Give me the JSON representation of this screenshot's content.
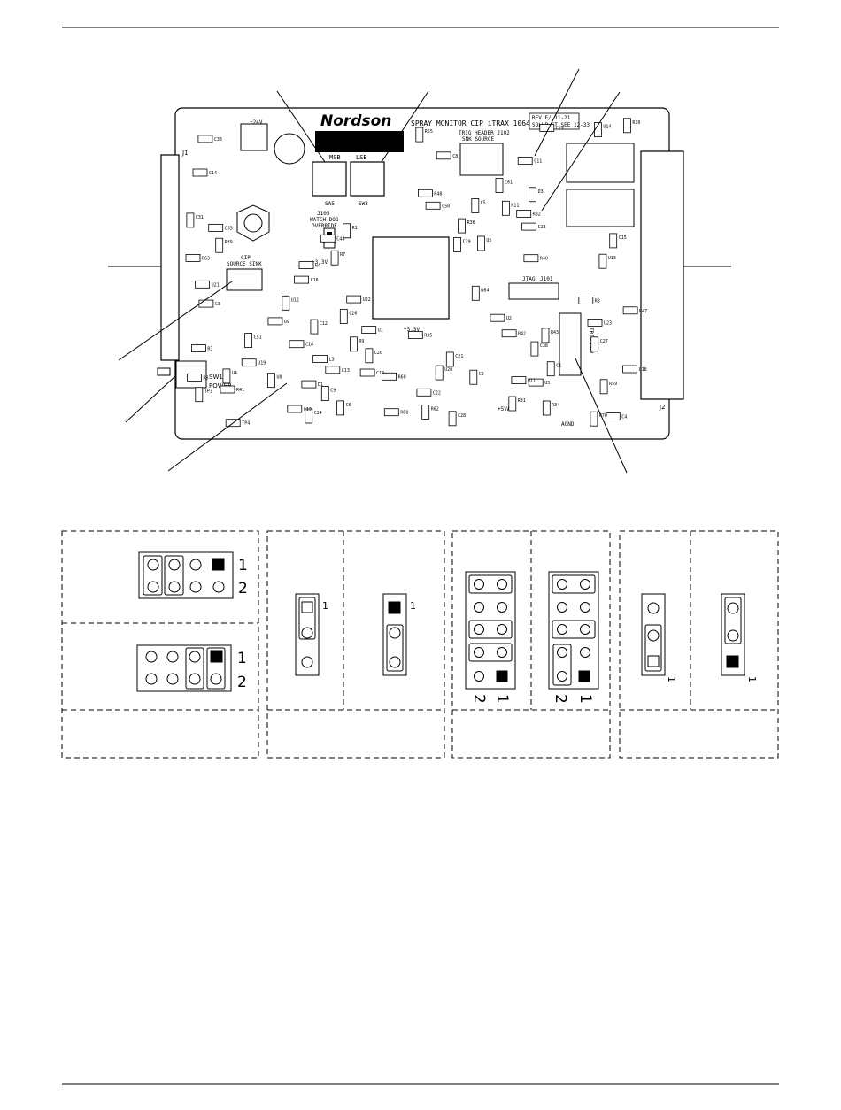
{
  "board": {
    "logo": "Nordson",
    "title": "SPRAY MONITOR CIP iTRAX 1064511B",
    "rev": "REV E/ 11-21",
    "serial": "SOLUP ST SEE 12-33",
    "msb": "MSB",
    "lsb": "LSB",
    "sw_a": "SA5",
    "sw_b": "SW3",
    "j105": "J105",
    "watchdog_1": "WATCH DOG",
    "watchdog_2": "OVERRIDE",
    "trig_header_1": "TRIG HEADER J102",
    "trig_header_2": "SNK   SOURCE",
    "cip_1": "CIP",
    "cip_2": "SOURCE SINK",
    "sw1": "SW1",
    "power": "POWER",
    "jtag": "JTAG",
    "j101": "J101",
    "trig_rbw": "TRIG RBW",
    "j1": "J1",
    "j2": "J2",
    "agnd": "AGND",
    "v24": "+24V",
    "v33": "+3.3V",
    "v50": "+5VA",
    "v33b": "+3.3V",
    "component_labels": [
      "C8",
      "R8",
      "L3",
      "C4",
      "R68",
      "R1",
      "C20",
      "U2",
      "R7",
      "R60",
      "C11",
      "U3",
      "R59",
      "R64",
      "U1",
      "C24",
      "U22",
      "TP4",
      "U19",
      "R42",
      "U21",
      "R40",
      "C6",
      "C5",
      "R41",
      "C3",
      "U23",
      "R35",
      "C2",
      "U5",
      "R55",
      "U9",
      "R32",
      "C29",
      "C33",
      "U11",
      "C50",
      "C18",
      "C15",
      "C28",
      "R11",
      "C51",
      "R36",
      "C10",
      "U13",
      "C53",
      "U18",
      "C16",
      "U12",
      "R8",
      "U14",
      "R62",
      "C13",
      "C22",
      "C61",
      "R39",
      "R63",
      "R34",
      "C44",
      "C26",
      "R48",
      "R47",
      "R3",
      "R4",
      "C9",
      "C21",
      "C31",
      "U20",
      "C27",
      "R10",
      "C12",
      "C1",
      "C19",
      "U4",
      "R43",
      "C38",
      "U8",
      "C25",
      "R31",
      "R70",
      "C23",
      "D1",
      "D3",
      "TP3",
      "R9",
      "C14"
    ]
  },
  "jumper_numbers": {
    "a_top_1": "1",
    "a_top_2": "2",
    "a_bot_1": "1",
    "a_bot_2": "2",
    "b_left_1": "1",
    "b_right_1": "1",
    "c_left_2": "2",
    "c_left_1": "1",
    "c_right_2": "2",
    "c_right_1": "1",
    "d_left_1": "1",
    "d_right_1": "1"
  }
}
